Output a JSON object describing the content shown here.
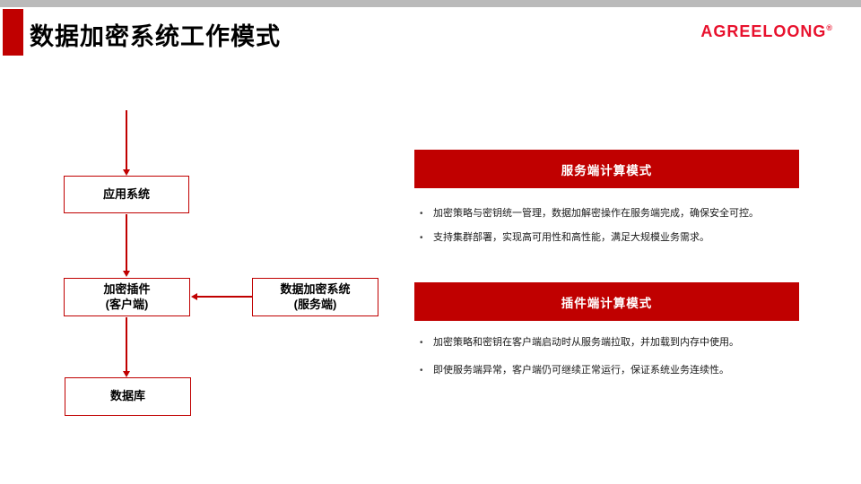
{
  "slide": {
    "title": "数据加密系统工作模式",
    "logo": {
      "text": "AGREELOONG",
      "registered": "®"
    },
    "bullet_char": "•"
  },
  "colors": {
    "accent_red": "#c00000",
    "logo_red": "#e8112d",
    "topbar_gray": "#bababa",
    "text_black": "#000000"
  },
  "flowchart": {
    "nodes": [
      {
        "line1": "应用系统",
        "line2": ""
      },
      {
        "line1": "加密插件",
        "line2": "(客户端)"
      },
      {
        "line1": "数据加密系统",
        "line2": "(服务端)"
      },
      {
        "line1": "数据库",
        "line2": ""
      }
    ]
  },
  "sections": [
    {
      "header": "服务端计算模式",
      "bullets": [
        "加密策略与密钥统一管理，数据加解密操作在服务端完成，确保安全可控。",
        "支持集群部署，实现高可用性和高性能，满足大规模业务需求。"
      ]
    },
    {
      "header": "插件端计算模式",
      "bullets": [
        "加密策略和密钥在客户端启动时从服务端拉取，并加载到内存中使用。",
        "即使服务端异常，客户端仍可继续正常运行，保证系统业务连续性。"
      ]
    }
  ]
}
